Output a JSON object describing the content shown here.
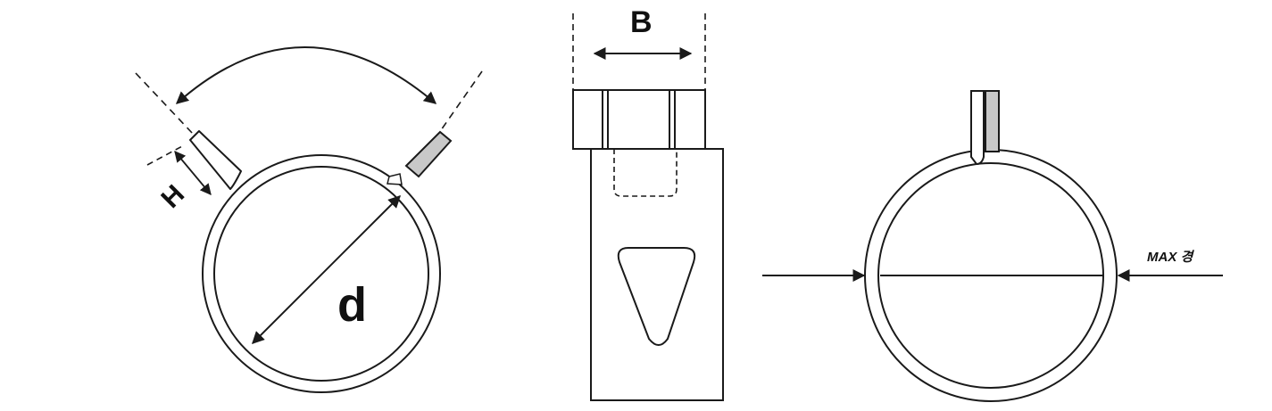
{
  "labels": {
    "diameter": "d",
    "height": "H",
    "width": "B",
    "max_diameter": "MAX 경"
  },
  "colors": {
    "stroke": "#1a1a1a",
    "tab_fill": "#c8c8c8",
    "background": "#ffffff"
  }
}
